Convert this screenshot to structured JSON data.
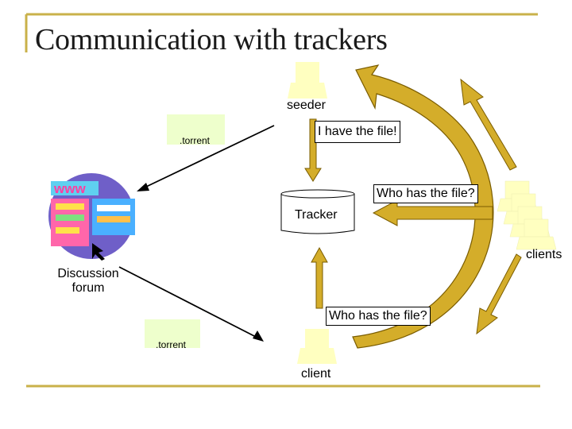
{
  "title": "Communication with trackers",
  "labels": {
    "seeder": "seeder",
    "have_file": "I have the file!",
    "who_has_top": "Who has the file?",
    "tracker": "Tracker",
    "clients": "clients",
    "forum_line1": "Discussion",
    "forum_line2": "forum",
    "who_has_bottom": "Who has the file?",
    "torrent_top": ".torrent",
    "torrent_bottom": ".torrent",
    "client": "client"
  },
  "colors": {
    "accent_gold": "#c9a227",
    "arrow_fill": "#d4ad2a",
    "arrow_stroke": "#7a5c00",
    "computer": "#ffffc0",
    "torrent_doc": "#eeffcc",
    "frame": "#c9b14a"
  }
}
